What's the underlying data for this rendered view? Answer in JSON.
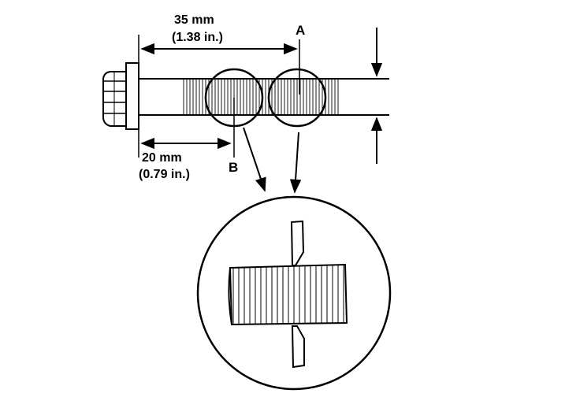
{
  "dimensions": {
    "long_metric": "35 mm",
    "long_imperial": "(1.38 in.)",
    "short_metric": "20 mm",
    "short_imperial": "(0.79 in.)"
  },
  "labels": {
    "point_a": "A",
    "point_b": "B"
  },
  "colors": {
    "ink": "#000000",
    "paper": "#ffffff"
  }
}
